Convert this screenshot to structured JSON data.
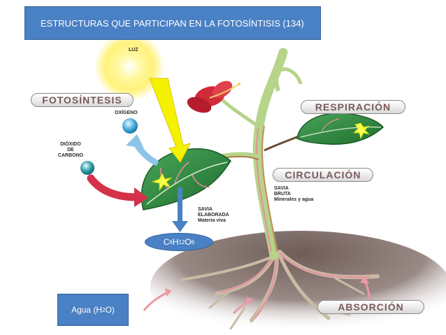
{
  "title": "ESTRUCTURAS QUE PARTICIPAN EN LA FOTOSÍNTISIS  (134)",
  "labels": {
    "luz": "LUZ",
    "fotosintesis": "FOTOSÍNTESIS",
    "oxigeno": "OXÍGENO",
    "dioxido_l1": "DIÓXIDO",
    "dioxido_l2": "DE",
    "dioxido_l3": "CARBONO",
    "respiracion": "RESPIRACIÓN",
    "circulacion": "CIRCULACIÓN",
    "savia_bruta_l1": "SAVIA",
    "savia_bruta_l2": "BRUTA",
    "savia_bruta_l3": "Minerales y agua",
    "savia_elab_l1": "SAVIA",
    "savia_elab_l2": "ELABORADA",
    "savia_elab_l3": "Materia viva",
    "absorcion": "ABSORCIÓN"
  },
  "formula": {
    "glucose_c": "C",
    "glucose_c_sub": "6",
    "glucose_h": "H",
    "glucose_h_sub": "12",
    "glucose_o": "O",
    "glucose_o_sub": "6"
  },
  "water": {
    "prefix": "Agua (H",
    "sub": "2",
    "suffix": "O)"
  },
  "colors": {
    "box_blue": "#4a80c4",
    "leaf_green": "#2e8b3a",
    "stem_green": "#b8d88a",
    "soil_brown": "#6b5a55",
    "sun_yellow": "#fff27a",
    "arrow_red": "#d3324a",
    "arrow_blue": "#7fb5df",
    "arrow_pink": "#e99aa4"
  }
}
